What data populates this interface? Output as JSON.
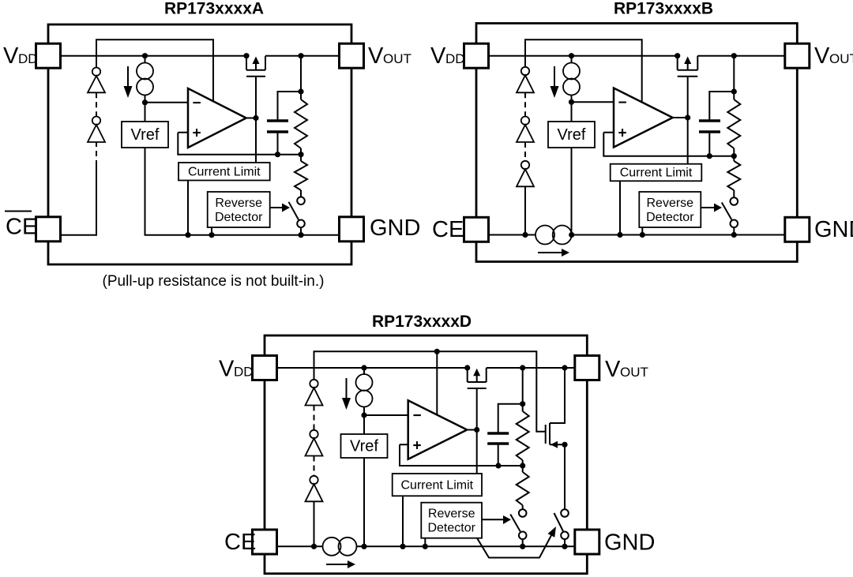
{
  "figure": {
    "note": "(Pull-up resistance is not built-in.)"
  },
  "opamp": {
    "minus": "−",
    "plus": "+"
  },
  "circuits": {
    "a": {
      "title": "RP173xxxxA",
      "pins": {
        "vdd_main": "V",
        "vdd_sub": "DD",
        "vout_main": "V",
        "vout_sub": "OUT",
        "ce": "CE",
        "gnd": "GND"
      },
      "blocks": {
        "vref": "Vref",
        "current_limit": "Current Limit",
        "reverse_detector_line1": "Reverse",
        "reverse_detector_line2": "Detector"
      }
    },
    "b": {
      "title": "RP173xxxxB",
      "pins": {
        "vdd_main": "V",
        "vdd_sub": "DD",
        "vout_main": "V",
        "vout_sub": "OUT",
        "ce": "CE",
        "gnd": "GND"
      },
      "blocks": {
        "vref": "Vref",
        "current_limit": "Current Limit",
        "reverse_detector_line1": "Reverse",
        "reverse_detector_line2": "Detector"
      }
    },
    "d": {
      "title": "RP173xxxxD",
      "pins": {
        "vdd_main": "V",
        "vdd_sub": "DD",
        "vout_main": "V",
        "vout_sub": "OUT",
        "ce": "CE",
        "gnd": "GND"
      },
      "blocks": {
        "vref": "Vref",
        "current_limit": "Current Limit",
        "reverse_detector_line1": "Reverse",
        "reverse_detector_line2": "Detector"
      }
    }
  },
  "colors": {
    "line": "#000000",
    "background": "#ffffff"
  }
}
